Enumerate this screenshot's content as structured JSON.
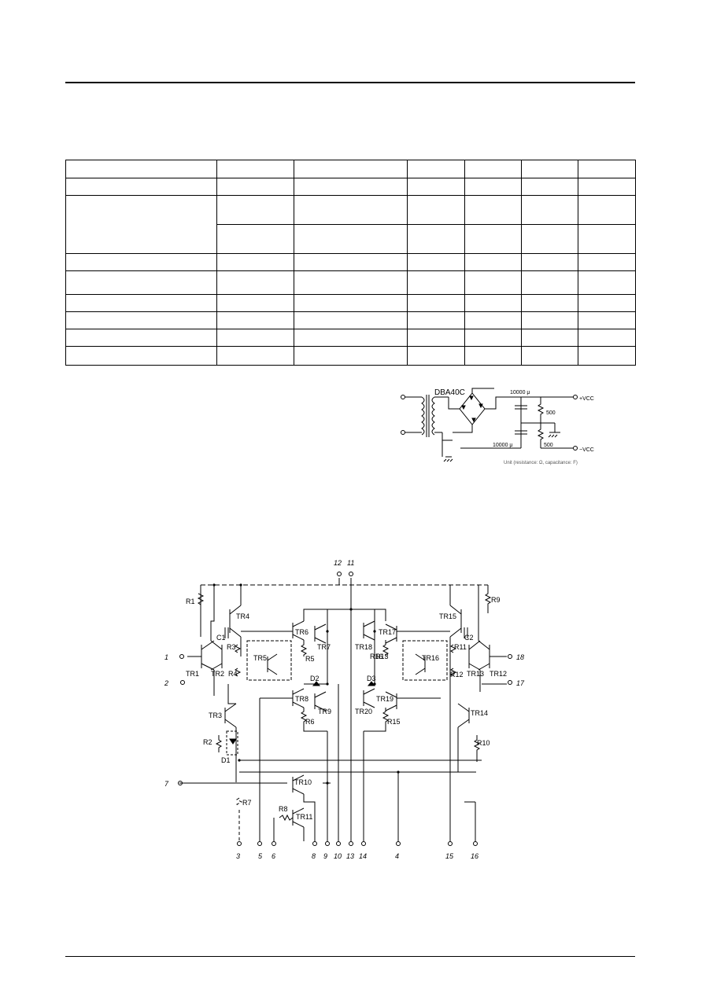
{
  "supply": {
    "bridge_label": "DBA40C",
    "cap_top": "10000 μ",
    "cap_bottom": "10000 μ",
    "res_top": "500",
    "res_bottom": "500",
    "vcc_pos": "+VCC",
    "vcc_neg": "−VCC",
    "note": "Unit (resistance: Ω, capacitance: F)"
  },
  "schematic": {
    "transistors": [
      "TR1",
      "TR2",
      "TR3",
      "TR4",
      "TR5",
      "TR6",
      "TR7",
      "TR8",
      "TR9",
      "TR10",
      "TR11",
      "TR12",
      "TR13",
      "TR14",
      "TR15",
      "TR16",
      "TR17",
      "TR18",
      "TR19",
      "TR20"
    ],
    "resistors": [
      "R1",
      "R2",
      "R3",
      "R4",
      "R5",
      "R6",
      "R7",
      "R8",
      "R9",
      "R10",
      "R11",
      "R12",
      "R13",
      "R15",
      "R16"
    ],
    "capacitors": [
      "C1",
      "C2"
    ],
    "diodes": [
      "D1",
      "D2",
      "D3"
    ],
    "top_pins": [
      "12",
      "11"
    ],
    "side_pins": [
      "1",
      "2",
      "7",
      "18",
      "17"
    ],
    "bottom_pins": [
      "3",
      "5",
      "6",
      "8",
      "9",
      "10",
      "13",
      "14",
      "4",
      "15",
      "16"
    ]
  }
}
